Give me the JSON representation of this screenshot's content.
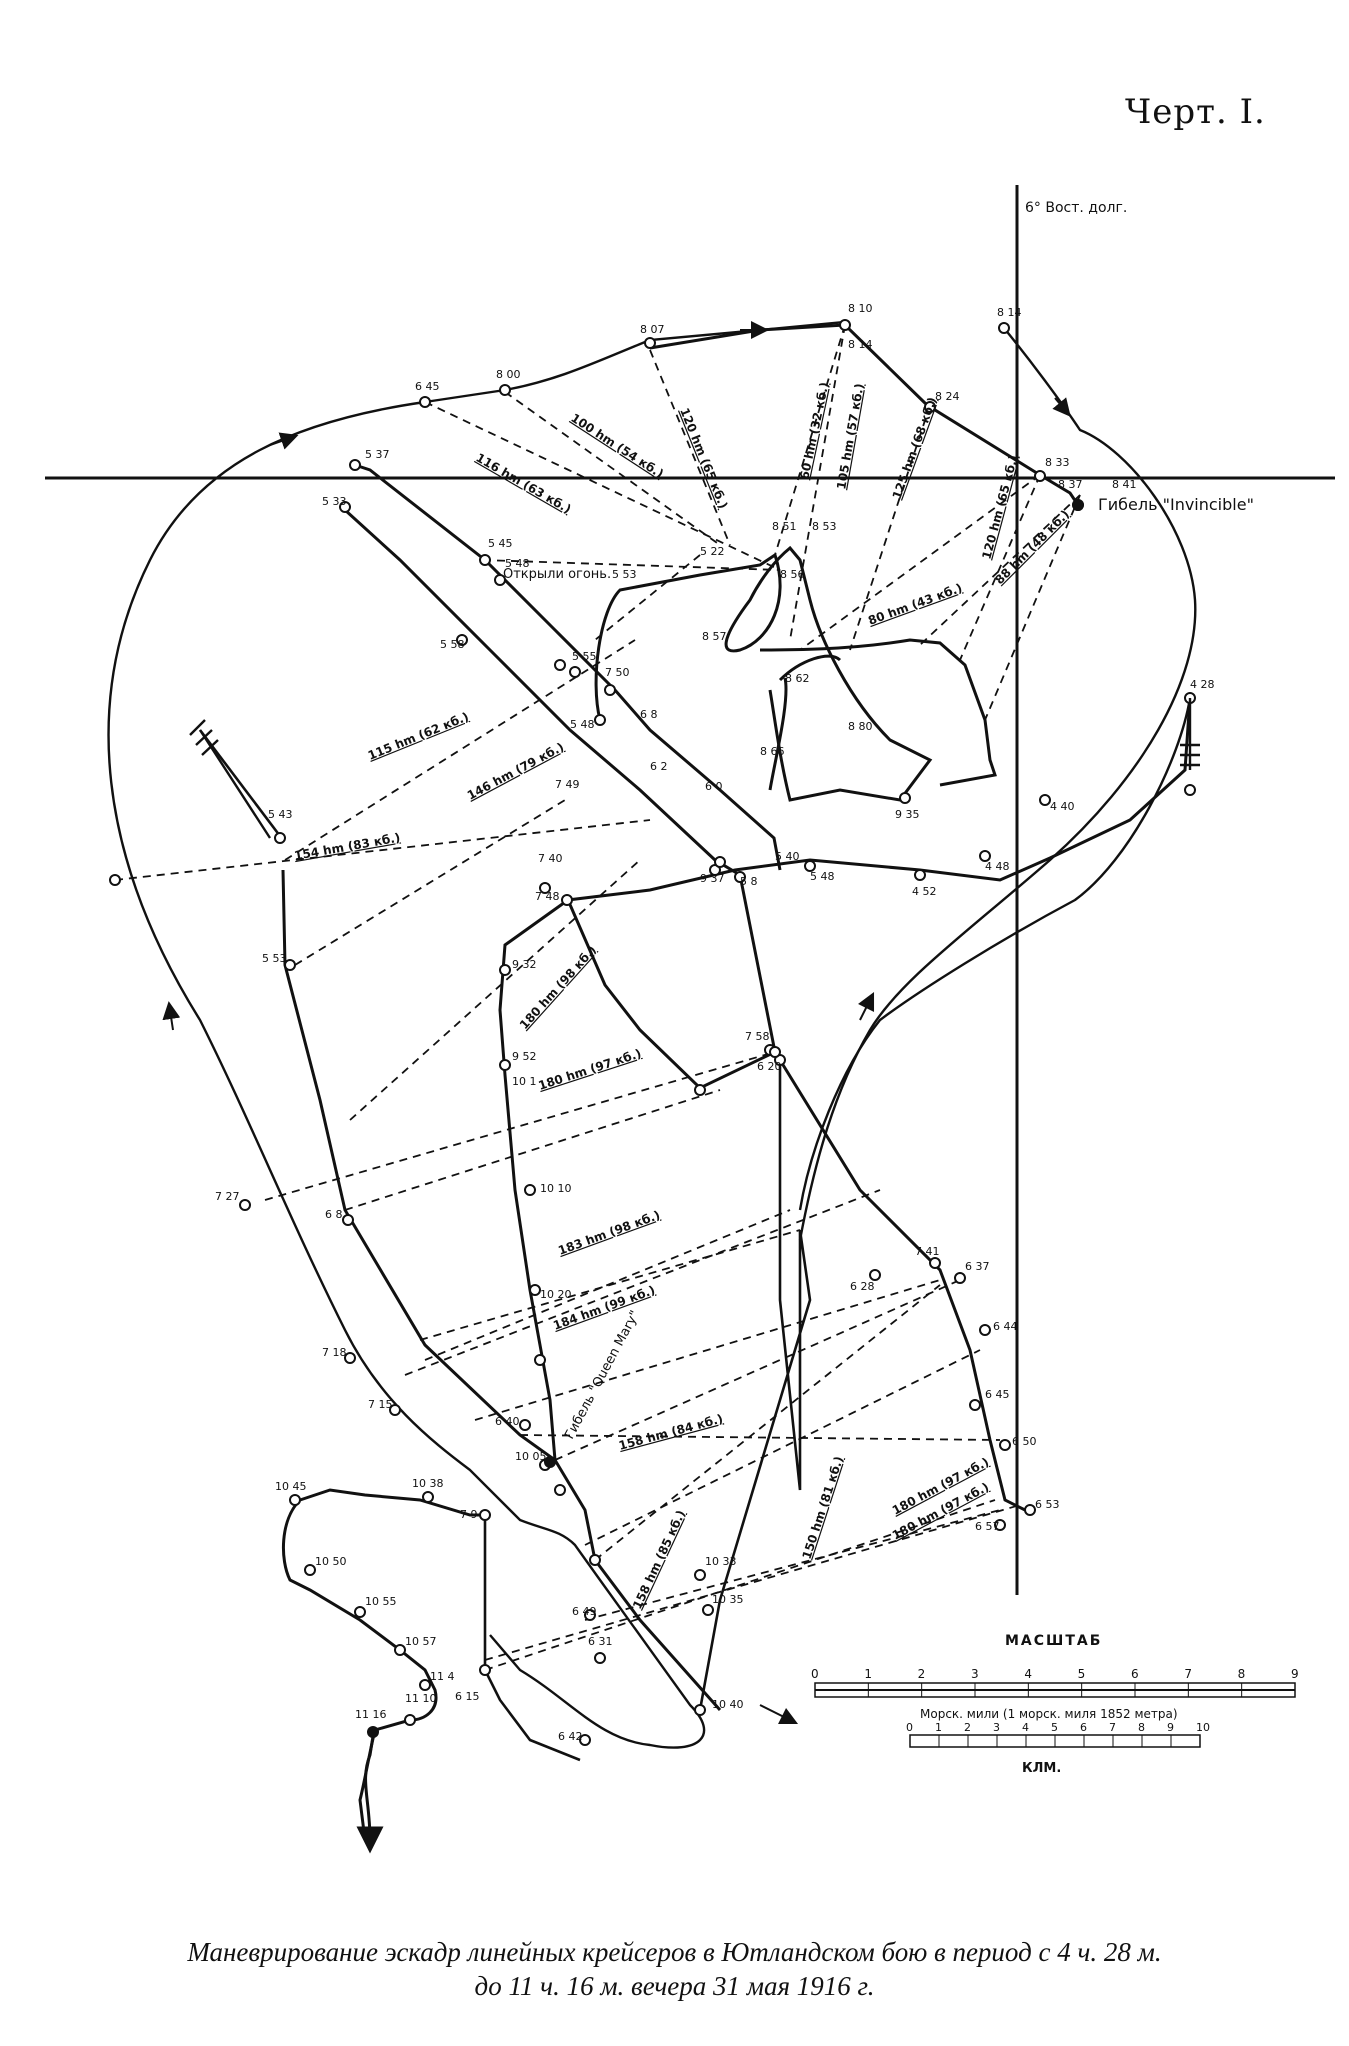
{
  "plate_label": "Черт. I.",
  "caption": {
    "line1": "Маневрирование эскадр линейных крейсеров в Ютландском бою в период с 4 ч. 28 м.",
    "line2": "до 11 ч. 16 м. вечера 31 мая 1916 г."
  },
  "meridian_label": "6° Вост. долг.",
  "invincible_label": "Гибель \"Invincible\"",
  "annotations": {
    "opened_fire": "Открыли огонь.",
    "queen_mary": "Гибель \"Queen Mary\""
  },
  "scale": {
    "title": "МАСШТАБ",
    "miles_ticks": [
      "0",
      "1",
      "2",
      "3",
      "4",
      "5",
      "6",
      "7",
      "8",
      "9"
    ],
    "miles_caption": "Морск. мили (1 морск. миля 1852 метра)",
    "km_ticks": [
      "0",
      "1",
      "2",
      "3",
      "4",
      "5",
      "6",
      "7",
      "8",
      "9",
      "10"
    ],
    "km_caption": "КЛМ."
  },
  "range_labels": [
    "100 hm (54 кб.)",
    "120 hm (65 кб.)",
    "116 hm (63 кб.)",
    "60 hm (32 кб.)",
    "105 hm (57 кб.)",
    "125 hm (68 кб.)",
    "120 hm (65 кб.)",
    "80 hm (43 кб.)",
    "88 hm (48 кб.)",
    "115 hm (62 кб.)",
    "146 hm (79 кб.)",
    "154 hm (83 кб.)",
    "180 hm (98 кб.)",
    "180 hm (97 кб.)",
    "183 hm (98 кб.)",
    "184 hm (99 кб.)",
    "158 hm (84 кб.)",
    "158 hm (85 кб.)",
    "150 hm (81 кб.)",
    "180 hm (97 кб.)",
    "180 hm (97 кб.)"
  ],
  "time_labels": [
    "6 45",
    "8 00",
    "8 07",
    "8 10",
    "8 14",
    "8 14",
    "8 24",
    "8 33",
    "8 37",
    "8 41",
    "5 37",
    "5 33",
    "5 45",
    "5 48",
    "5 53",
    "5 58",
    "5 55",
    "7 50",
    "5 22",
    "8 51",
    "8 53",
    "8 56",
    "8 57",
    "8 62",
    "8 80",
    "8 66",
    "5 43",
    "5 53",
    "6 8",
    "6 2",
    "6 0",
    "5 48",
    "7 49",
    "7 40",
    "7 48",
    "9 32",
    "9 37",
    "5 8",
    "5 40",
    "5 48",
    "4 52",
    "4 48",
    "4 40",
    "4 28",
    "9 35",
    "7 27",
    "6 8",
    "7 18",
    "7 15",
    "6 40",
    "10 05",
    "9 52",
    "10 1",
    "10 10",
    "10 20",
    "7 58",
    "6 20",
    "7 41",
    "6 28",
    "6 37",
    "6 44",
    "6 45",
    "6 50",
    "6 57",
    "6 53",
    "10 45",
    "10 38",
    "10 50",
    "10 55",
    "10 57",
    "11 4",
    "11 10",
    "11 16",
    "7 9",
    "6 15",
    "6 42",
    "6 49",
    "6 31",
    "10 33",
    "10 35",
    "10 40"
  ]
}
